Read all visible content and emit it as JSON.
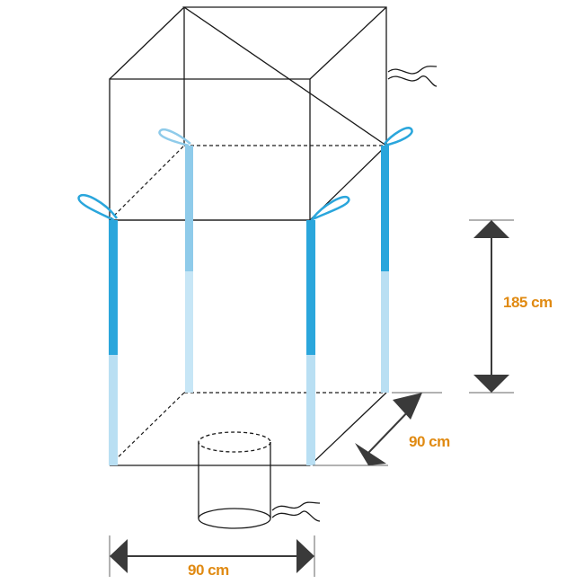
{
  "dimensions": {
    "height": "185 cm",
    "depth": "90 cm",
    "width": "90 cm"
  },
  "colors": {
    "outline": "#1a1a1a",
    "loop_dark": "#2aa6dc",
    "loop_light": "#b9dff3",
    "loop_pale": "#8fcbea",
    "arrow": "#3a3a3a",
    "label": "#e08a12"
  }
}
